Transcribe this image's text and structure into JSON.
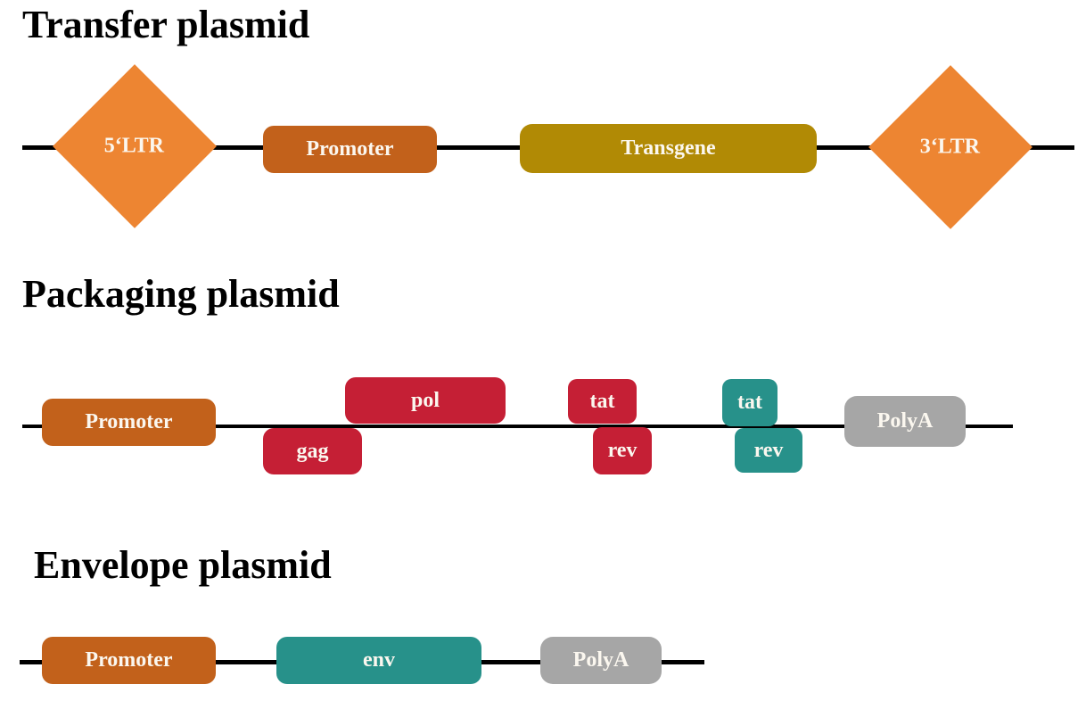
{
  "colors": {
    "orange": "#ED8532",
    "dark_orange": "#C2611B",
    "gold": "#B18A05",
    "crimson": "#C51F35",
    "teal": "#27918A",
    "gray": "#A6A6A6",
    "line": "#000000",
    "label": "#FBF7EF",
    "title": "#000000"
  },
  "transfer": {
    "title": "Transfer plasmid",
    "ltr5": "5‘LTR",
    "promoter": "Promoter",
    "transgene": "Transgene",
    "ltr3": "3‘LTR"
  },
  "packaging": {
    "title": "Packaging plasmid",
    "promoter": "Promoter",
    "gag": "gag",
    "pol": "pol",
    "tat_early": "tat",
    "rev_early": "rev",
    "tat_late": "tat",
    "rev_late": "rev",
    "polya": "PolyA"
  },
  "envelope": {
    "title": "Envelope plasmid",
    "promoter": "Promoter",
    "env": "env",
    "polya": "PolyA"
  }
}
